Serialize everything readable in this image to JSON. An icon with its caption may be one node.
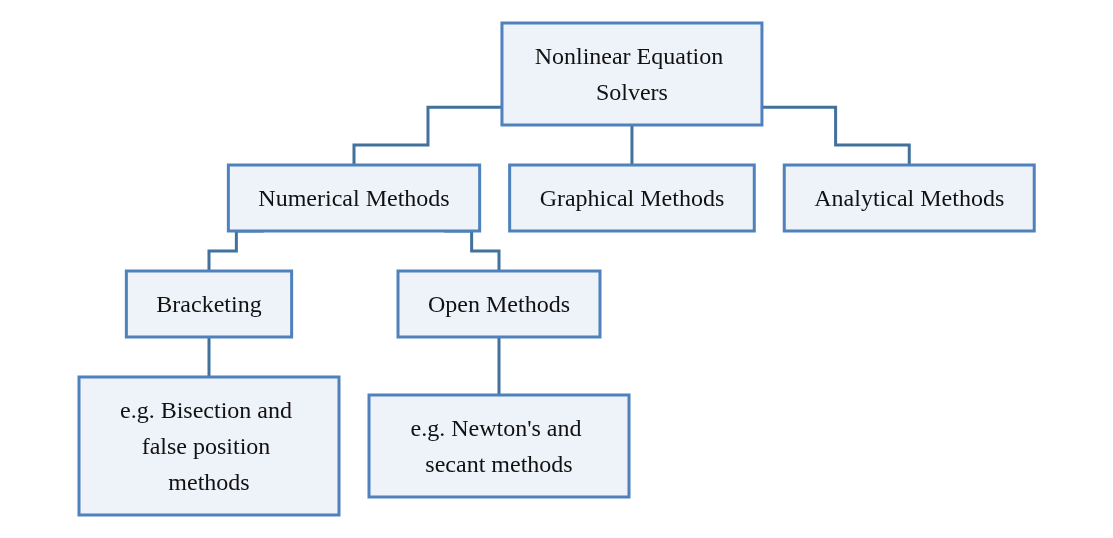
{
  "diagram": {
    "nodes": [
      {
        "text": [
          "Nonlinear Equation Solvers"
        ]
      },
      {
        "text": [
          "Numerical Methods"
        ]
      },
      {
        "text": [
          "Graphical Methods"
        ]
      },
      {
        "text": [
          "Analytical Methods"
        ]
      },
      {
        "text": [
          "Bracketing"
        ]
      },
      {
        "text": [
          "Open Methods"
        ]
      },
      {
        "text": [
          "e.g. Bisection and false position methods"
        ]
      },
      {
        "text": [
          "e.g. Newton's and secant methods"
        ]
      }
    ],
    "edges": [
      {
        "from": 0,
        "to": 1,
        "arrow": "none"
      },
      {
        "from": 0,
        "to": 2,
        "arrow": "none"
      },
      {
        "from": 0,
        "to": 3,
        "arrow": "none"
      },
      {
        "from": 1,
        "to": 4,
        "arrow": "none"
      },
      {
        "from": 1,
        "to": 5,
        "arrow": "none"
      },
      {
        "from": 4,
        "to": 6,
        "arrow": "none"
      },
      {
        "from": 5,
        "to": 7,
        "arrow": "none"
      }
    ]
  }
}
